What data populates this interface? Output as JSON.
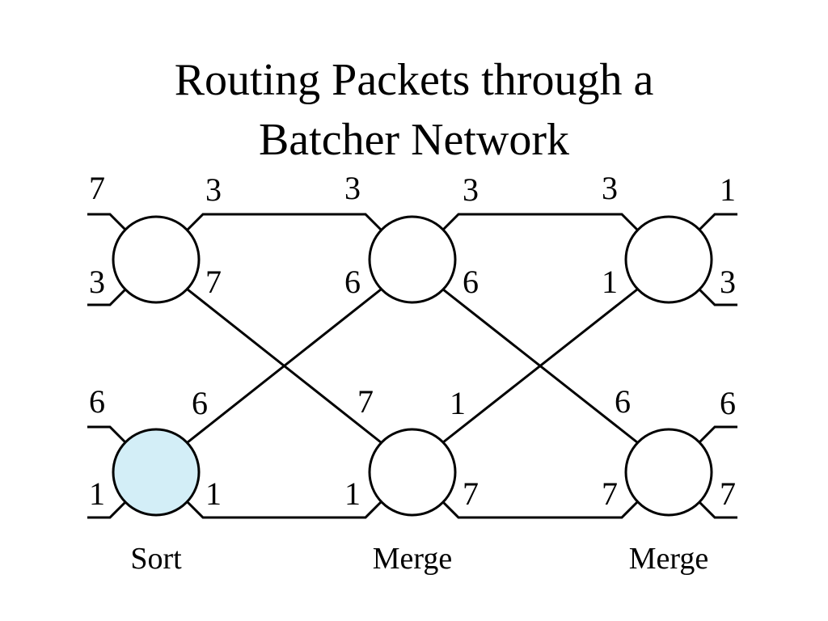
{
  "title": {
    "line1": "Routing Packets through a",
    "line2": "Batcher Network"
  },
  "colors": {
    "sort_node_fill": "#d3eef7",
    "node_fill": "#ffffff",
    "stroke": "#000000"
  },
  "stage_labels": {
    "sort": "Sort",
    "merge1": "Merge",
    "merge2": "Merge"
  },
  "labels": {
    "in_top_a": "7",
    "in_top_b": "3",
    "in_bot_a": "6",
    "in_bot_b": "1",
    "s1_top_out_a": "3",
    "s1_top_out_b": "7",
    "s1_bot_out_a": "6",
    "s1_bot_out_b": "1",
    "s2_top_in_a": "3",
    "s2_top_in_b": "6",
    "s2_bot_in_a": "7",
    "s2_bot_in_b": "1",
    "s2_top_out_a": "3",
    "s2_top_out_b": "6",
    "s2_bot_out_a": "1",
    "s2_bot_out_b": "7",
    "s3_top_in_a": "3",
    "s3_top_in_b": "1",
    "s3_bot_in_a": "6",
    "s3_bot_in_b": "7",
    "out_top_a": "1",
    "out_top_b": "3",
    "out_bot_a": "6",
    "out_bot_b": "7"
  }
}
